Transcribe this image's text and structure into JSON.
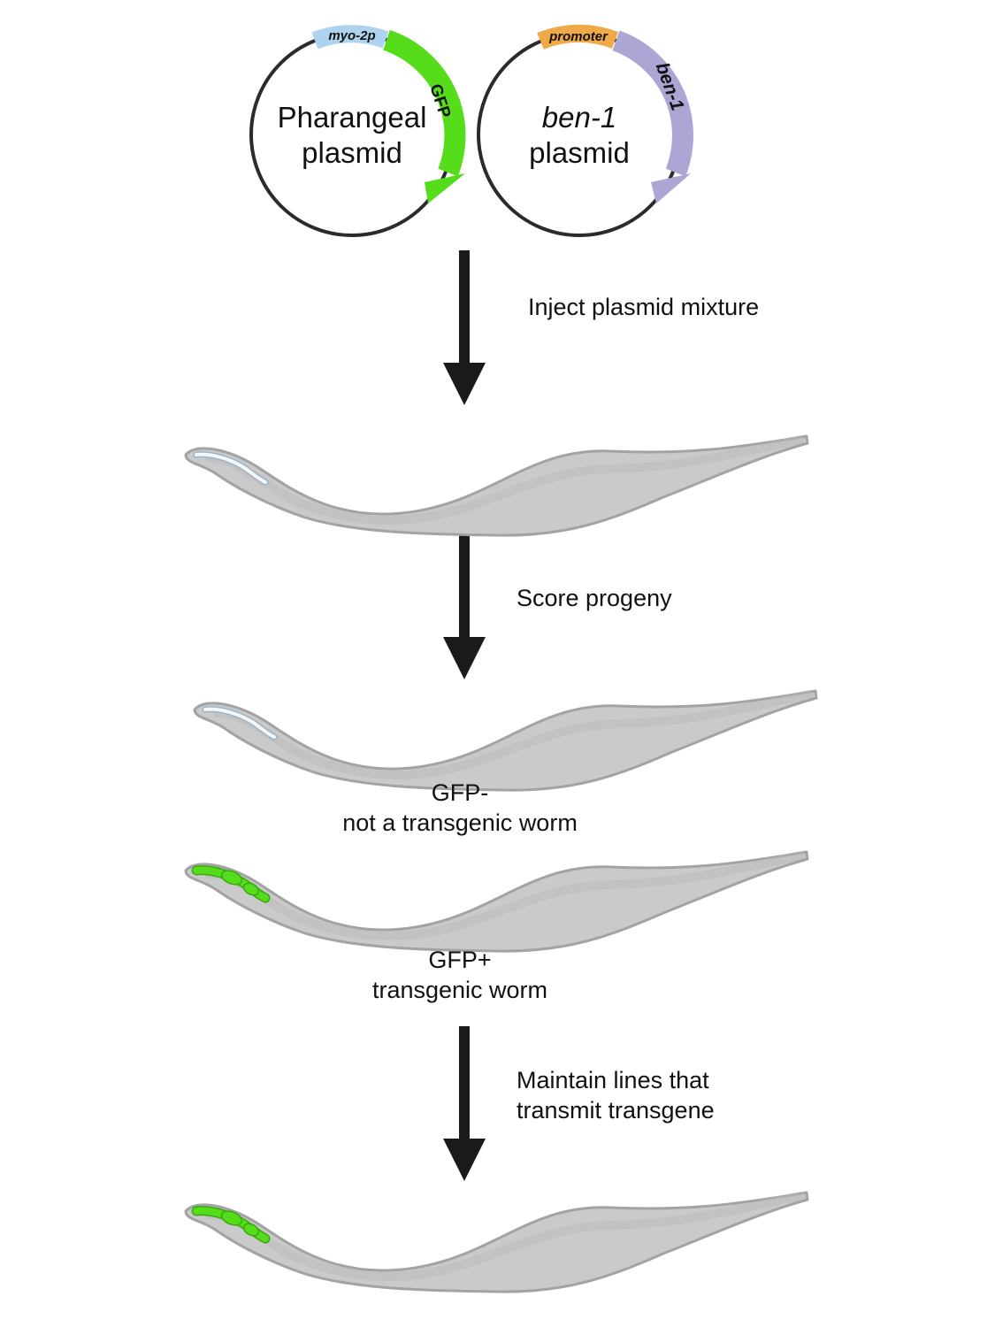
{
  "plasmids": [
    {
      "name_line1": "Pharangeal",
      "name_line2": "plasmid",
      "promoter_label": "myo-2p",
      "gene_label": "GFP",
      "promoter_color": "#aed3ef",
      "gene_color": "#55dd1b"
    },
    {
      "name_line1": "ben-1",
      "name_line2": "plasmid",
      "promoter_label": "promoter",
      "gene_label": "ben-1",
      "promoter_color": "#f0a948",
      "gene_color": "#aba6d3"
    }
  ],
  "steps": [
    {
      "text": "Inject plasmid mixture"
    },
    {
      "text": "Score progeny"
    },
    {
      "line1": "Maintain lines that",
      "line2": "transmit transgene"
    }
  ],
  "worms": [
    {
      "pharynx": "clear"
    },
    {
      "pharynx": "clear",
      "caption_line1": "GFP-",
      "caption_line2": "not a transgenic worm"
    },
    {
      "pharynx": "green",
      "caption_line1": "GFP+",
      "caption_line2": "transgenic worm"
    },
    {
      "pharynx": "green"
    }
  ],
  "colors": {
    "worm_body": "#cacaca",
    "worm_outline": "#a3a3a3",
    "gfp_green": "#55dd1b",
    "arrow": "#1a1a1a",
    "backbone": "#2b2b2b"
  }
}
